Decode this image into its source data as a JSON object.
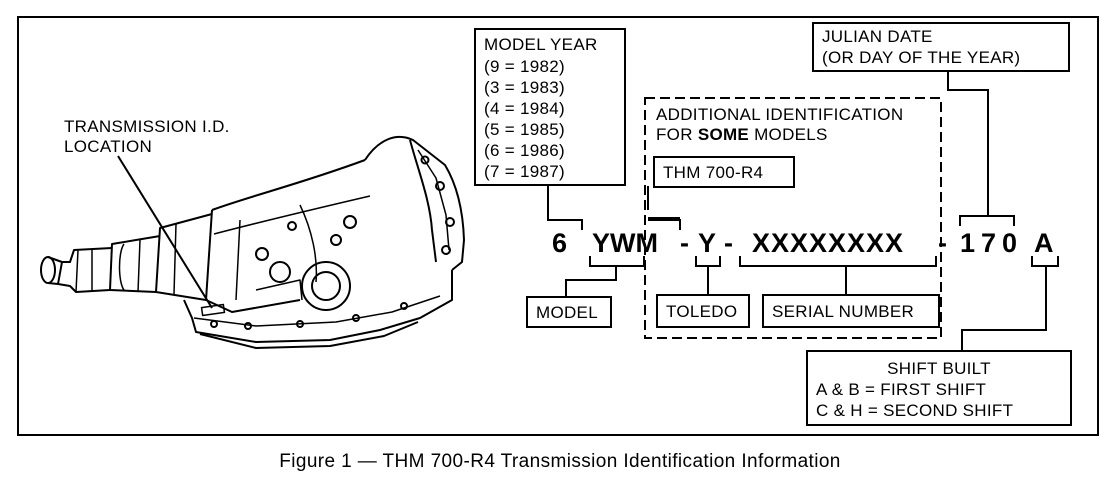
{
  "transmission_label": [
    "TRANSMISSION I.D.",
    "LOCATION"
  ],
  "model_year": {
    "title": "MODEL YEAR",
    "rows": [
      "(9  =  1982)",
      "(3  =  1983)",
      "(4  =  1984)",
      "(5  =  1985)",
      "(6  =  1986)",
      "(7  =  1987)"
    ]
  },
  "julian_date": [
    "JULIAN DATE",
    "(OR DAY OF THE YEAR)"
  ],
  "additional_id": {
    "line1": "ADDITIONAL IDENTIFICATION",
    "line2_prefix": "FOR ",
    "line2_bold": "SOME",
    "line2_suffix": " MODELS"
  },
  "thm_label": "THM 700-R4",
  "code": {
    "year": "6",
    "model": "YWM",
    "dash1": "-",
    "plant": "Y",
    "dash2": "-",
    "serial": "XXXXXXXX",
    "dash3": "-",
    "day": "170",
    "shift": "A"
  },
  "labels": {
    "model": "MODEL",
    "toledo": "TOLEDO",
    "serial_number": "SERIAL NUMBER"
  },
  "shift_built": {
    "title": "SHIFT BUILT",
    "line1": "A & B  =  FIRST SHIFT",
    "line2": "C & H  =  SECOND SHIFT"
  },
  "caption": "Figure 1 — THM 700-R4 Transmission Identification Information"
}
